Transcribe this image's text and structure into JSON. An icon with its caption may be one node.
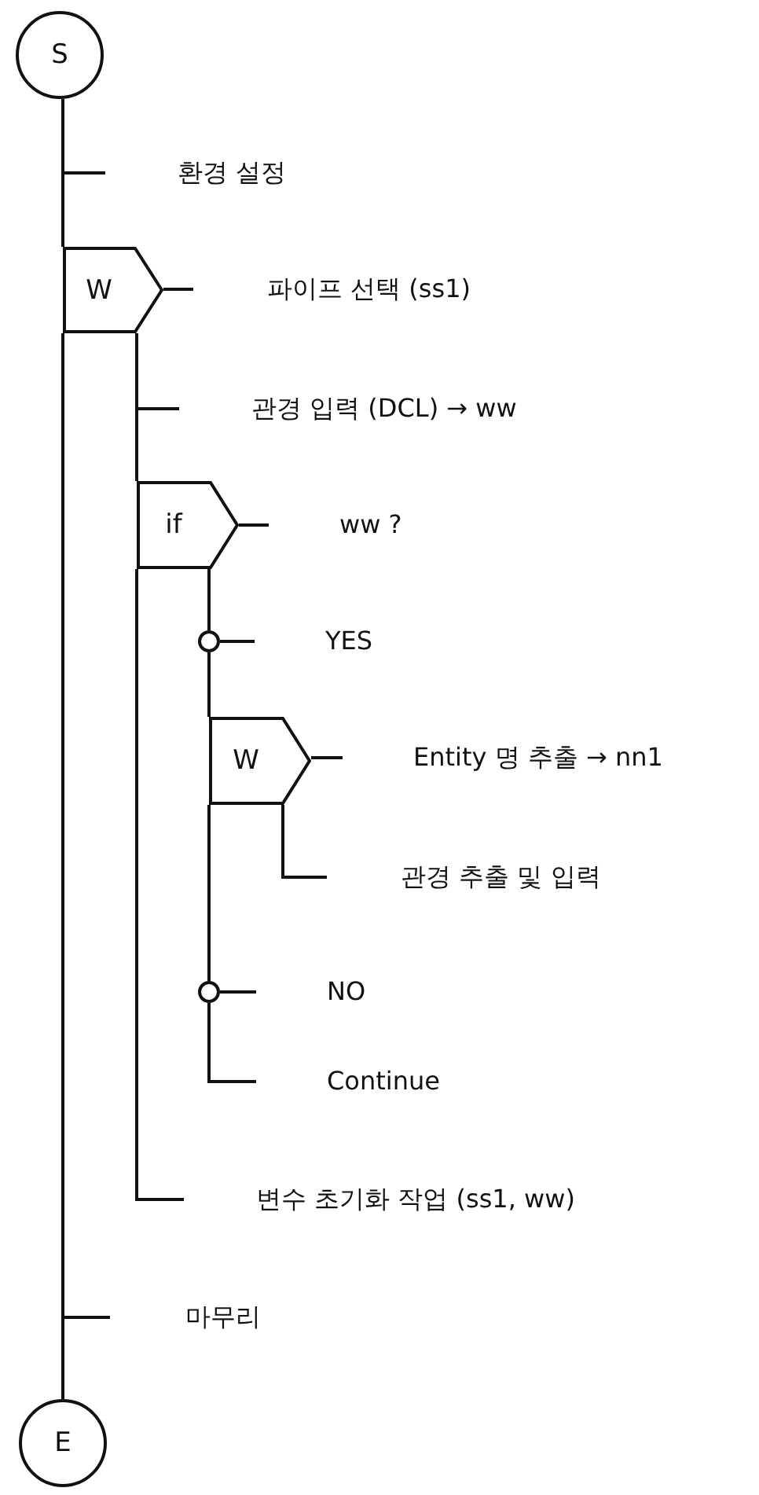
{
  "diagram": {
    "nodes": [
      {
        "text": [
          "S"
        ]
      },
      {
        "text": [
          "W"
        ]
      },
      {
        "text": [
          "if"
        ]
      },
      {
        "text": [],
        "shape": "circle"
      },
      {
        "text": [
          "W"
        ]
      },
      {
        "text": [],
        "shape": "circle"
      },
      {
        "text": [
          "E"
        ]
      }
    ],
    "edges": [
      {
        "from": 0,
        "to": 1,
        "arrow": "none"
      },
      {
        "from": 1,
        "to": 6,
        "arrow": "none"
      },
      {
        "from": 1,
        "to": 2,
        "arrow": "none"
      },
      {
        "from": 2,
        "to": 3,
        "arrow": "none"
      },
      {
        "from": 3,
        "to": 4,
        "arrow": "none"
      },
      {
        "from": 4,
        "to": 5,
        "arrow": "none"
      }
    ],
    "labels": [
      "환경 설정",
      "파이프 선택 (ss1)",
      "관경 입력 (DCL) → ww",
      "ww ?",
      "YES",
      "Entity 명 추출 → nn1",
      "관경 추출 및 입력",
      "NO",
      "Continue",
      "변수 초기화 작업 (ss1, ww)",
      "마무리"
    ]
  }
}
